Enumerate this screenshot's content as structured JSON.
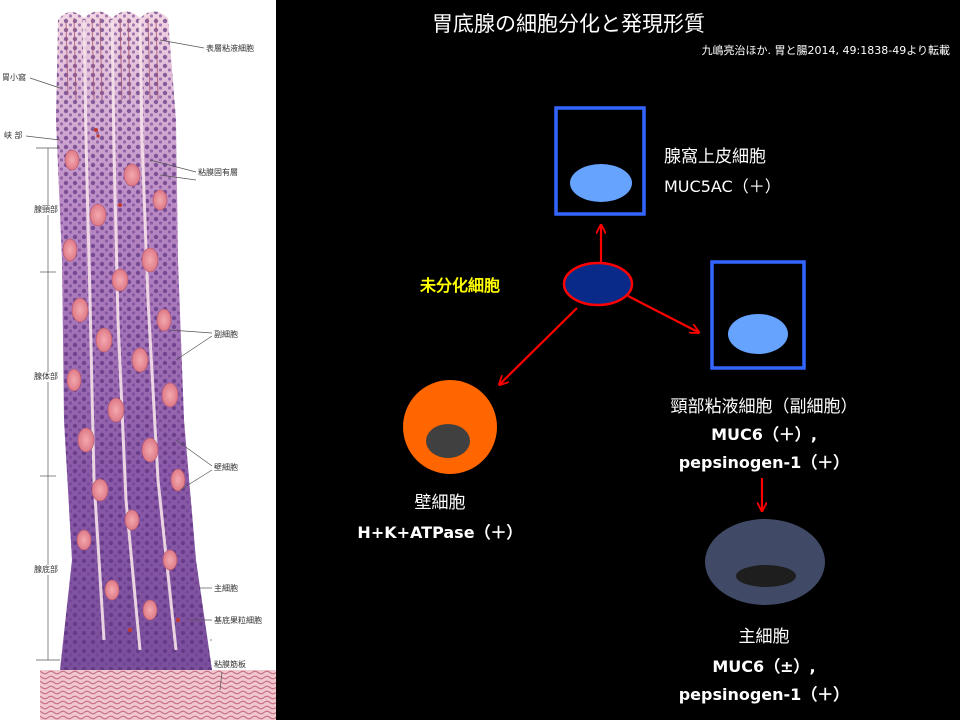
{
  "slide": {
    "title": "胃底腺の細胞分化と発現形質",
    "citation": "九嶋亮治ほか. 胃と腸2014, 49:1838-49より転載"
  },
  "histology": {
    "right_labels": {
      "surface_mucous_cell": "表層粘液細胞",
      "lamina_propria": "粘膜固有層",
      "accessory_cell": "副細胞",
      "parietal_cell": "壁細胞",
      "chief_cell": "主細胞",
      "basal_granular_cell": "基底果粒細胞",
      "muscularis_mucosae": "粘膜筋板"
    },
    "left_labels": {
      "gastric_pit": "胃小窩",
      "isthmus": "峡 部",
      "gland_neck": "腺頸部",
      "gland_body": "腺体部",
      "gland_base": "腺底部"
    }
  },
  "cells": {
    "undifferentiated": {
      "label": "未分化細胞"
    },
    "foveolar": {
      "name": "腺窩上皮細胞",
      "marker": "MUC5AC（＋）"
    },
    "neck_mucous": {
      "name": "頸部粘液細胞（副細胞）",
      "marker1": "MUC6（＋）,",
      "marker2": "pepsinogen-1（＋）"
    },
    "parietal": {
      "name": "壁細胞",
      "marker": "H+K+ATPase（＋）"
    },
    "chief": {
      "name": "主細胞",
      "marker1": "MUC6（±）,",
      "marker2": "pepsinogen-1（＋）"
    }
  },
  "colors": {
    "background": "#000000",
    "box_border": "#3366ff",
    "nucleus_light": "#66a3ff",
    "undiff_fill": "#0a2a8a",
    "undiff_border": "#ff0000",
    "parietal_fill": "#ff6600",
    "parietal_nucleus": "#404040",
    "chief_fill": "#404a66",
    "chief_nucleus": "#1e1e1e",
    "arrow": "#ff0000",
    "label_yellow": "#ffff00",
    "text": "#ffffff"
  }
}
